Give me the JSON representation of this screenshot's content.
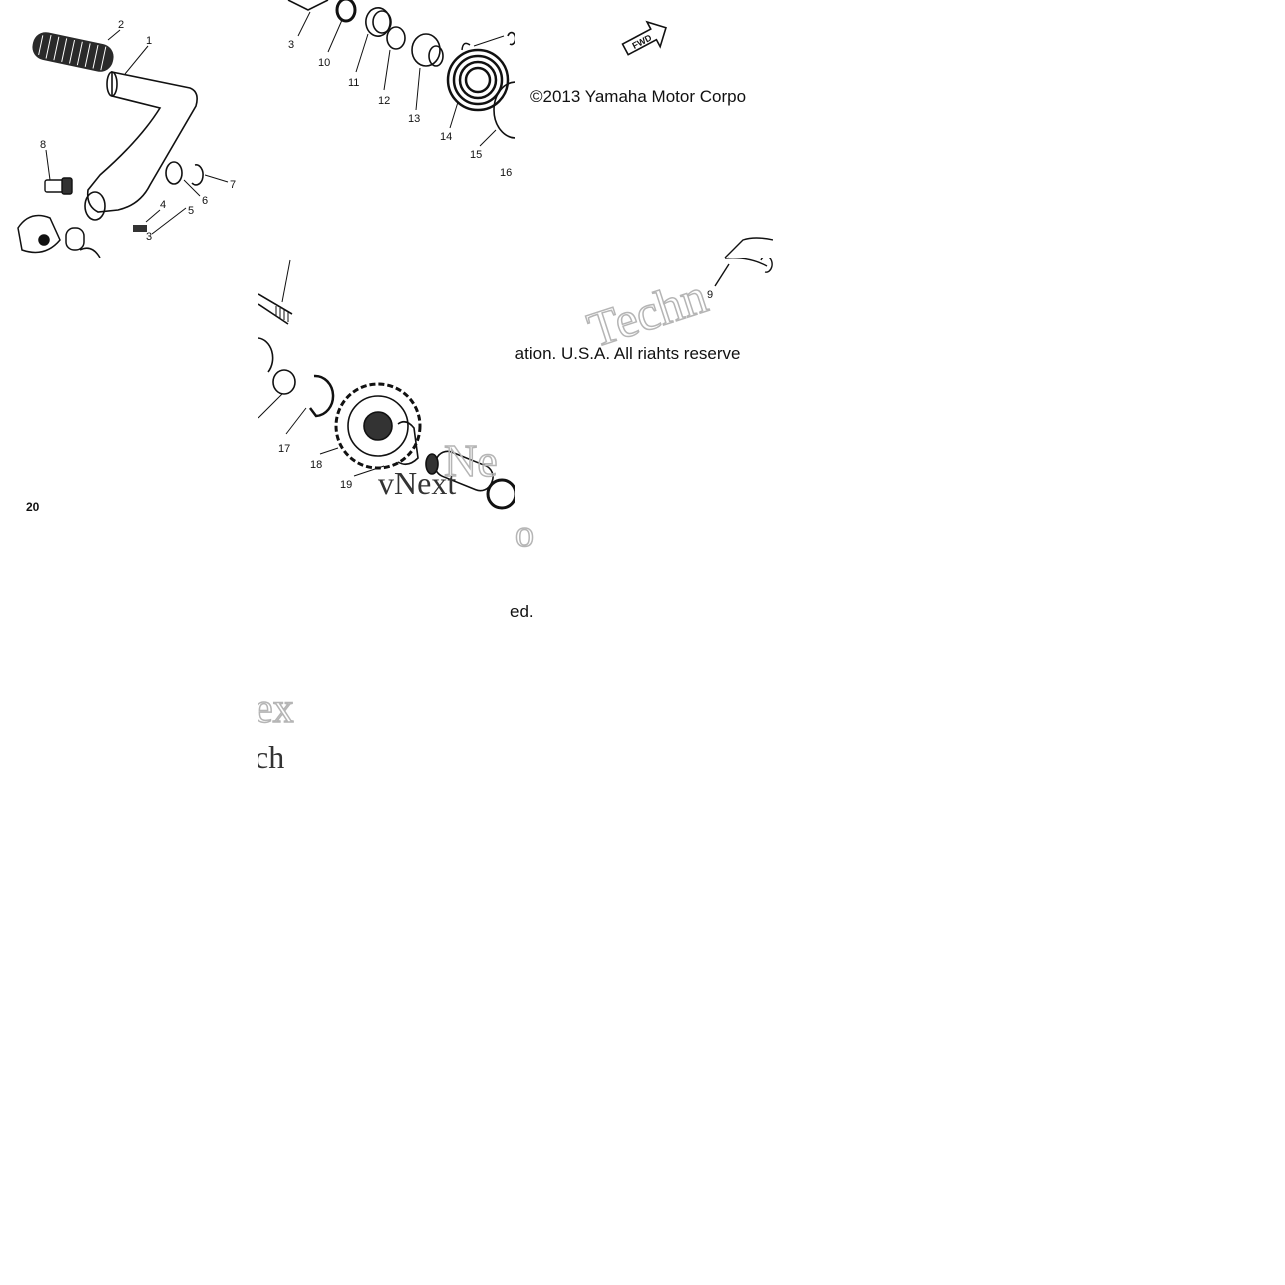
{
  "diagram": {
    "part_numbers": [
      "1",
      "2",
      "3",
      "4",
      "5",
      "6",
      "7",
      "8",
      "9",
      "10",
      "11",
      "12",
      "13",
      "14",
      "15",
      "16",
      "17",
      "18",
      "19",
      "20"
    ],
    "copyright_part1": "©2013 Yamaha Motor Corpo",
    "copyright_part2": "ration. U.S.A. All riahts reserve",
    "copyright_part3": "ed.",
    "fwd_label": "FWD",
    "watermark_tech": "Techn",
    "watermark_vnext": "vNext",
    "watermark_frag_ne": "Ne",
    "watermark_frag_o": "o",
    "watermark_frag_ex": "ex",
    "watermark_frag_ch": "ch"
  }
}
